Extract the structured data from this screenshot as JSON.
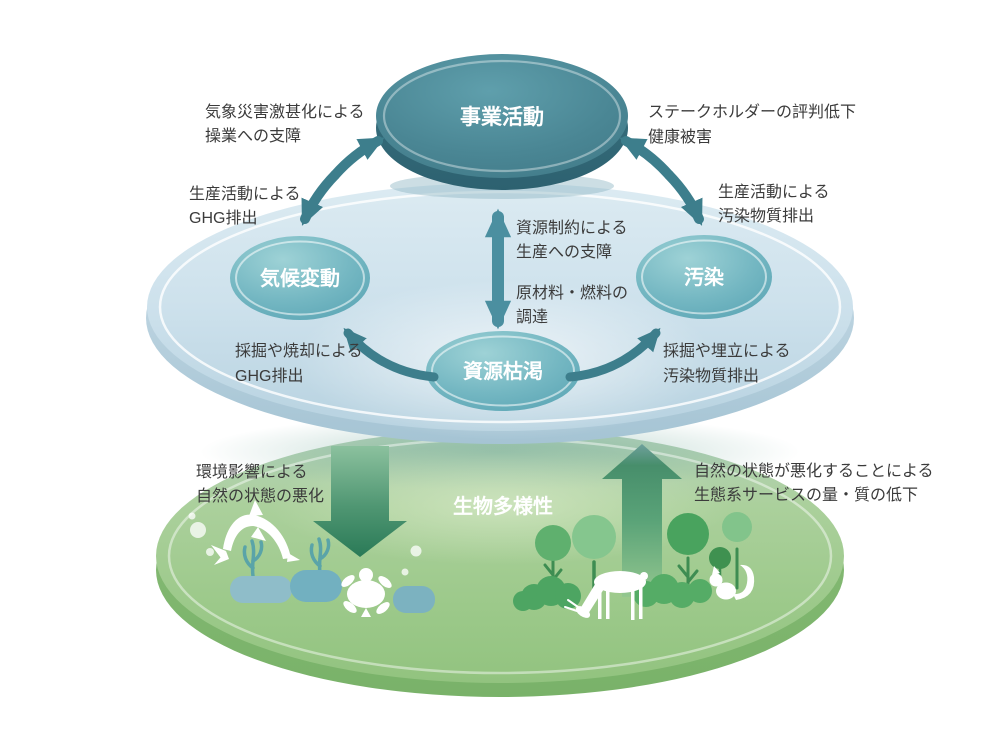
{
  "nodes": {
    "business": {
      "label": "事業活動"
    },
    "climate": {
      "label": "気候変動"
    },
    "pollution": {
      "label": "汚染"
    },
    "resource": {
      "label": "資源枯渇"
    },
    "biodiversity": {
      "label": "生物多様性"
    }
  },
  "annotations": {
    "weather_disruption": {
      "line1": "気象災害激甚化による",
      "line2": "操業への支障"
    },
    "stakeholder_reputation": {
      "line1": "ステークホルダーの評判低下",
      "line2": "健康被害"
    },
    "production_ghg": {
      "line1": "生産活動による",
      "line2": "GHG排出"
    },
    "production_pollutants": {
      "line1": "生産活動による",
      "line2": "汚染物質排出"
    },
    "resource_constraints": {
      "line1": "資源制約による",
      "line2": "生産への支障"
    },
    "raw_material_procurement": {
      "line1": "原材料・燃料の",
      "line2": "調達"
    },
    "extraction_ghg": {
      "line1": "採掘や焼却による",
      "line2": "GHG排出"
    },
    "extraction_pollutants": {
      "line1": "採掘や埋立による",
      "line2": "汚染物質排出"
    },
    "environmental_impact": {
      "line1": "環境影響による",
      "line2": "自然の状態の悪化"
    },
    "ecosystem_service_decline": {
      "line1": "自然の状態が悪化することによる",
      "line2": "生態系サービスの量・質の低下"
    }
  },
  "colors": {
    "business_node": "#47818f",
    "mid_node": "#63abb9",
    "connector_arrow": "#3d7e8c",
    "vertical_arrow": "#4b8fa0",
    "blue_platform": "#c9dfe9",
    "green_platform": "#a2cc92",
    "impact_arrow_dark": "#2b7b58",
    "text": "#3b3b3b"
  }
}
